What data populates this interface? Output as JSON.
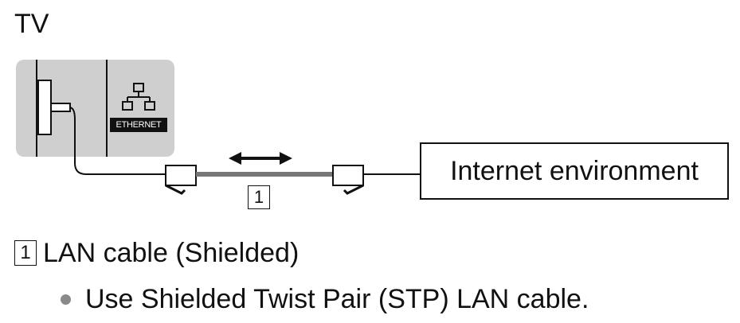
{
  "tv": {
    "label": "TV",
    "port_label": "ETHERNET",
    "port_icon": "network-icon"
  },
  "cable": {
    "number": "1",
    "direction_icon": "double-arrow-icon"
  },
  "internet": {
    "label": "Internet environment"
  },
  "legend": {
    "number": "1",
    "text": "LAN cable (Shielded)",
    "note": "Use Shielded Twist Pair (STP) LAN cable."
  },
  "colors": {
    "tv_panel": "#cfcfcf",
    "cable": "#777777",
    "line": "#111111",
    "bullet": "#8a8a8a"
  }
}
